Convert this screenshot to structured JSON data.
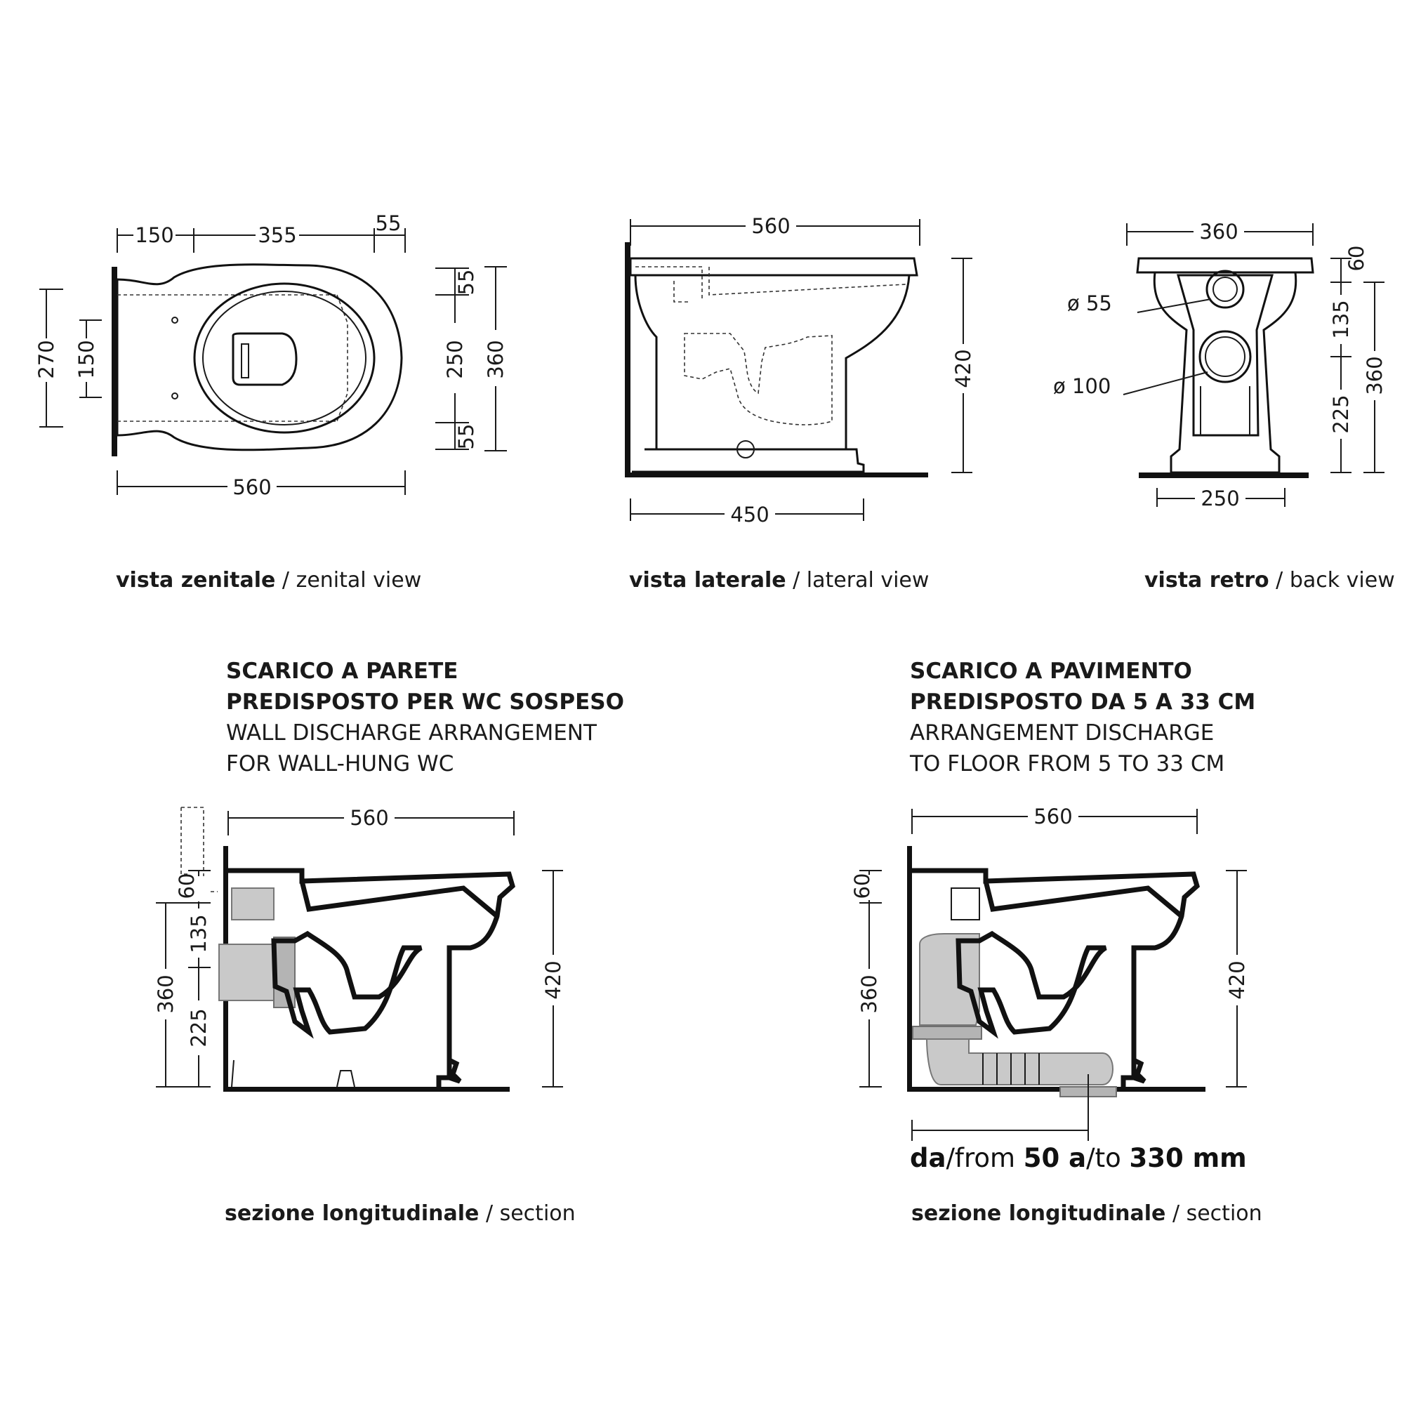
{
  "views": {
    "zenital": {
      "dims": {
        "top_a": "150",
        "top_b": "355",
        "top_c": "55",
        "bottom": "560",
        "left_outer": "270",
        "left_inner": "150",
        "right_a": "55",
        "right_b": "250",
        "right_c": "55",
        "right_total": "360"
      },
      "caption_it": "vista zenitale",
      "caption_sep": " / ",
      "caption_en": "zenital view"
    },
    "lateral": {
      "dims": {
        "top": "560",
        "bottom": "450",
        "right": "420"
      },
      "caption_it": "vista laterale",
      "caption_sep": " / ",
      "caption_en": "lateral view"
    },
    "back": {
      "dims": {
        "top": "360",
        "bottom": "250",
        "d_small": "ø 55",
        "d_large": "ø 100",
        "r_a": "60",
        "r_b": "135",
        "r_c": "225",
        "r_total": "360"
      },
      "caption_it": "vista retro",
      "caption_sep": " / ",
      "caption_en": "back view"
    }
  },
  "sections": {
    "wall": {
      "heading_it_1": "SCARICO A PARETE",
      "heading_it_2": "PREDISPOSTO PER WC SOSPESO",
      "heading_en_1": "WALL DISCHARGE ARRANGEMENT",
      "heading_en_2": "FOR WALL-HUNG WC",
      "dims": {
        "top": "560",
        "right": "420",
        "left_total": "360",
        "l_a": "60",
        "l_b": "135",
        "l_c": "225"
      },
      "caption_it": "sezione longitudinale",
      "caption_sep": " / ",
      "caption_en": "section"
    },
    "floor": {
      "heading_it_1": "SCARICO A PAVIMENTO",
      "heading_it_2": "PREDISPOSTO DA 5 A 33 CM",
      "heading_en_1": "ARRANGEMENT DISCHARGE",
      "heading_en_2": "TO FLOOR FROM 5 TO 33 CM",
      "dims": {
        "top": "560",
        "right": "420",
        "left_total": "360",
        "l_a": "60"
      },
      "range": {
        "da": "da",
        "from": "/from ",
        "val1": "50 a",
        "to": "/to ",
        "val2": "330 mm"
      },
      "caption_it": "sezione longitudinale",
      "caption_sep": " / ",
      "caption_en": "section"
    }
  }
}
